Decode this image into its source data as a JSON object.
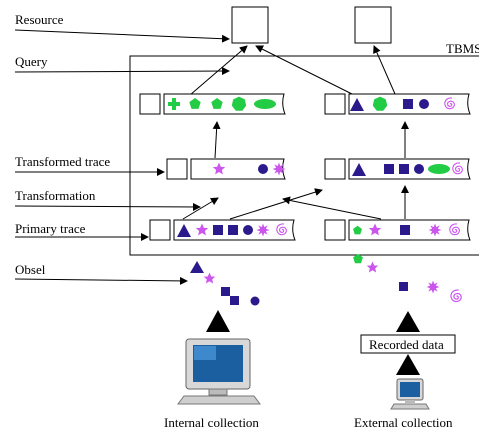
{
  "labels": {
    "resource": "Resource",
    "query": "Query",
    "transformed_trace": "Transformed trace",
    "transformation": "Transformation",
    "primary_trace": "Primary trace",
    "obsel": "Obsel",
    "tbms": "TBMS",
    "recorded_data": "Recorded data",
    "internal_collection": "Internal collection",
    "external_collection": "External collection"
  },
  "colors": {
    "navy": "#2a1a8c",
    "violet": "#cc55ee",
    "green": "#22cc44",
    "line": "#000000"
  }
}
